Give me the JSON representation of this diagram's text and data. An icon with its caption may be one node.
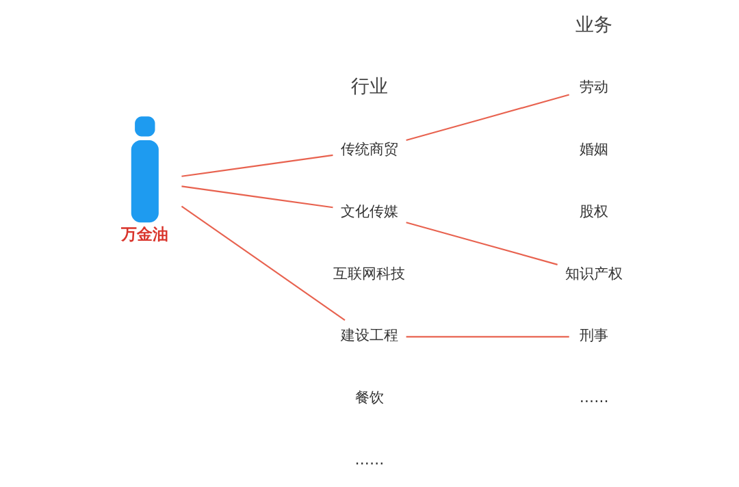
{
  "diagram": {
    "nodes": [
      {
        "text": [],
        "shape": "person",
        "beside": [
          "万金油"
        ]
      },
      {
        "text": [
          "传统商贸"
        ]
      },
      {
        "text": [
          "文化传媒"
        ]
      },
      {
        "text": [
          "互联网科技"
        ]
      },
      {
        "text": [
          "建设工程"
        ]
      },
      {
        "text": [
          "餐饮"
        ]
      },
      {
        "text": [
          "……"
        ]
      },
      {
        "text": [
          "劳动"
        ]
      },
      {
        "text": [
          "婚姻"
        ]
      },
      {
        "text": [
          "股权"
        ]
      },
      {
        "text": [
          "知识产权"
        ]
      },
      {
        "text": [
          "刑事"
        ]
      },
      {
        "text": [
          "……"
        ]
      }
    ],
    "edges": [
      {
        "from": 0,
        "to": 1,
        "arrow": "none"
      },
      {
        "from": 0,
        "to": 2,
        "arrow": "none"
      },
      {
        "from": 0,
        "to": 4,
        "arrow": "none"
      },
      {
        "from": 1,
        "to": 7,
        "arrow": "none"
      },
      {
        "from": 2,
        "to": 10,
        "arrow": "none"
      },
      {
        "from": 4,
        "to": 11,
        "arrow": "none"
      }
    ],
    "labels": [
      "行业",
      "业务"
    ]
  }
}
